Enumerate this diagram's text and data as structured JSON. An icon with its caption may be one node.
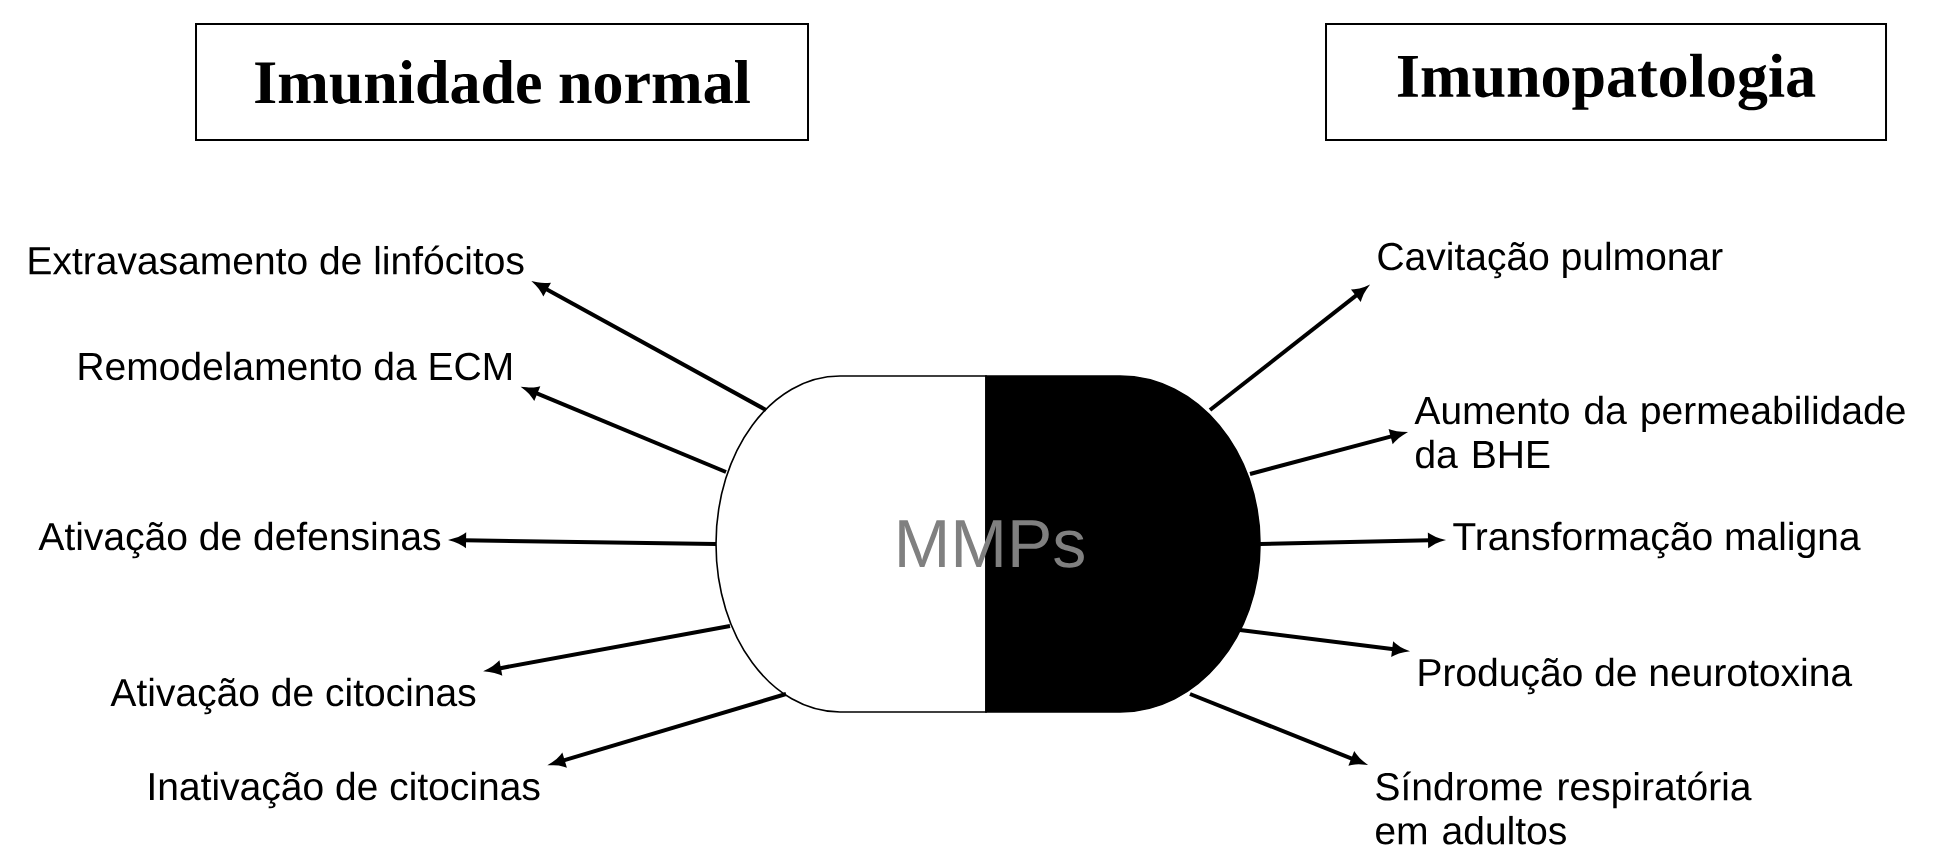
{
  "diagram": {
    "nodes": [
      {
        "text": [
          "Imunidade normal"
        ]
      },
      {
        "text": [
          "Imunopatologia"
        ]
      },
      {
        "text": [
          "MMPs"
        ]
      },
      {
        "text": [
          "Extravasamento de linfócitos"
        ]
      },
      {
        "text": [
          "Remodelamento da ECM"
        ]
      },
      {
        "text": [
          "Ativação de defensinas"
        ]
      },
      {
        "text": [
          "Ativação de citocinas"
        ]
      },
      {
        "text": [
          "Inativação de citocinas"
        ]
      },
      {
        "text": [
          "Cavitação pulmonar"
        ]
      },
      {
        "text": [
          "Aumento da permeabilidade da BHE"
        ]
      },
      {
        "text": [
          "Transformação maligna"
        ]
      },
      {
        "text": [
          "Produção de neurotoxina"
        ]
      },
      {
        "text": [
          "Síndrome respiratória em adultos"
        ]
      }
    ],
    "edges": [
      {
        "from": 2,
        "to": 3,
        "arrow": "to"
      },
      {
        "from": 2,
        "to": 4,
        "arrow": "to"
      },
      {
        "from": 2,
        "to": 5,
        "arrow": "to"
      },
      {
        "from": 2,
        "to": 6,
        "arrow": "to"
      },
      {
        "from": 2,
        "to": 7,
        "arrow": "to"
      },
      {
        "from": 2,
        "to": 8,
        "arrow": "to"
      },
      {
        "from": 2,
        "to": 9,
        "arrow": "to"
      },
      {
        "from": 2,
        "to": 10,
        "arrow": "to"
      },
      {
        "from": 2,
        "to": 11,
        "arrow": "to"
      },
      {
        "from": 2,
        "to": 12,
        "arrow": "to"
      }
    ]
  }
}
